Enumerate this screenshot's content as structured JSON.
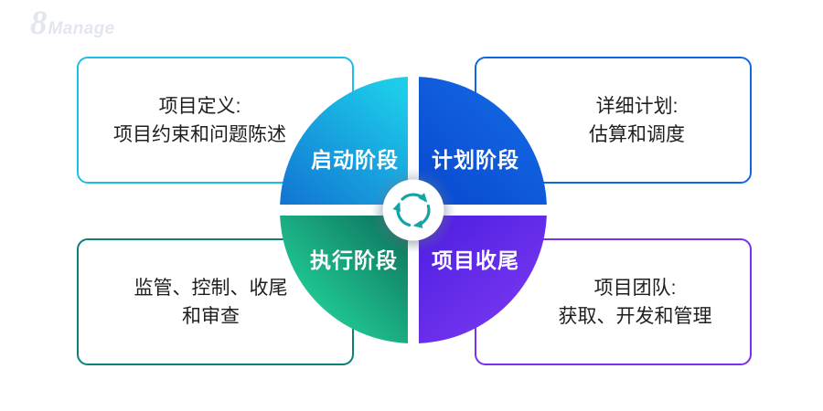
{
  "logo": {
    "mark": "8",
    "name": "Manage",
    "color": "#e2e6ee"
  },
  "wheel": {
    "center_icon": "cycle-arrows-icon",
    "icon_color": "#16a3a3",
    "hub_color": "#ffffff",
    "segments": [
      {
        "id": "initiation",
        "label": "启动阶段",
        "position": "top-left",
        "gradient": [
          "#1dcce9",
          "#1174d2"
        ]
      },
      {
        "id": "planning",
        "label": "计划阶段",
        "position": "top-right",
        "gradient": [
          "#0848cf",
          "#156ce6"
        ]
      },
      {
        "id": "execution",
        "label": "执行阶段",
        "position": "bottom-left",
        "gradient": [
          "#0c6f5a",
          "#28e8a8"
        ]
      },
      {
        "id": "closing",
        "label": "项目收尾",
        "position": "bottom-right",
        "gradient": [
          "#4c1ee0",
          "#7d3af2"
        ]
      }
    ]
  },
  "cards": [
    {
      "phase": "initiation",
      "border_color": "#19c0ea",
      "line1": "项目定义:",
      "line2": "项目约束和问题陈述"
    },
    {
      "phase": "planning",
      "border_color": "#1266e0",
      "line1": "详细计划:",
      "line2": "估算和调度"
    },
    {
      "phase": "execution",
      "border_color": "#0c8076",
      "line1": "监管、控制、收尾",
      "line2": "和审查"
    },
    {
      "phase": "closing",
      "border_color": "#7b30f0",
      "line1": "项目团队:",
      "line2": "获取、开发和管理"
    }
  ]
}
